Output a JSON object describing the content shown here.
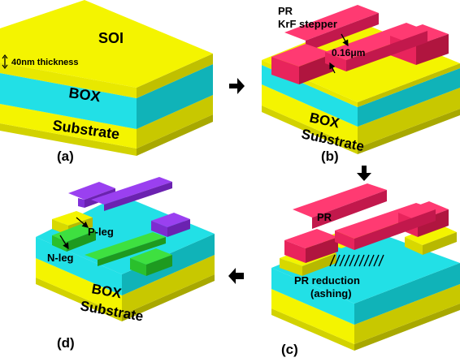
{
  "panels": {
    "a": {
      "caption": "(a)",
      "top_layer": "SOI",
      "thickness_note": "40nm thickness",
      "box": "BOX",
      "substrate": "Substrate"
    },
    "b": {
      "caption": "(b)",
      "pr": "PR",
      "stepper": "KrF stepper",
      "width": "0.16μm",
      "box": "BOX",
      "substrate": "Substrate"
    },
    "c": {
      "caption": "(c)",
      "pr": "PR",
      "reduction_line1": "PR reduction",
      "reduction_line2": "(ashing)"
    },
    "d": {
      "caption": "(d)",
      "p_leg": "P-leg",
      "n_leg": "N-leg",
      "box": "BOX",
      "substrate": "Substrate"
    }
  },
  "colors": {
    "soi": "#f4f400",
    "box": "#22e0e6",
    "pr": "#e8245c",
    "p_leg": "#9a40f0",
    "n_leg": "#3ee040",
    "arrow": "#000000"
  }
}
